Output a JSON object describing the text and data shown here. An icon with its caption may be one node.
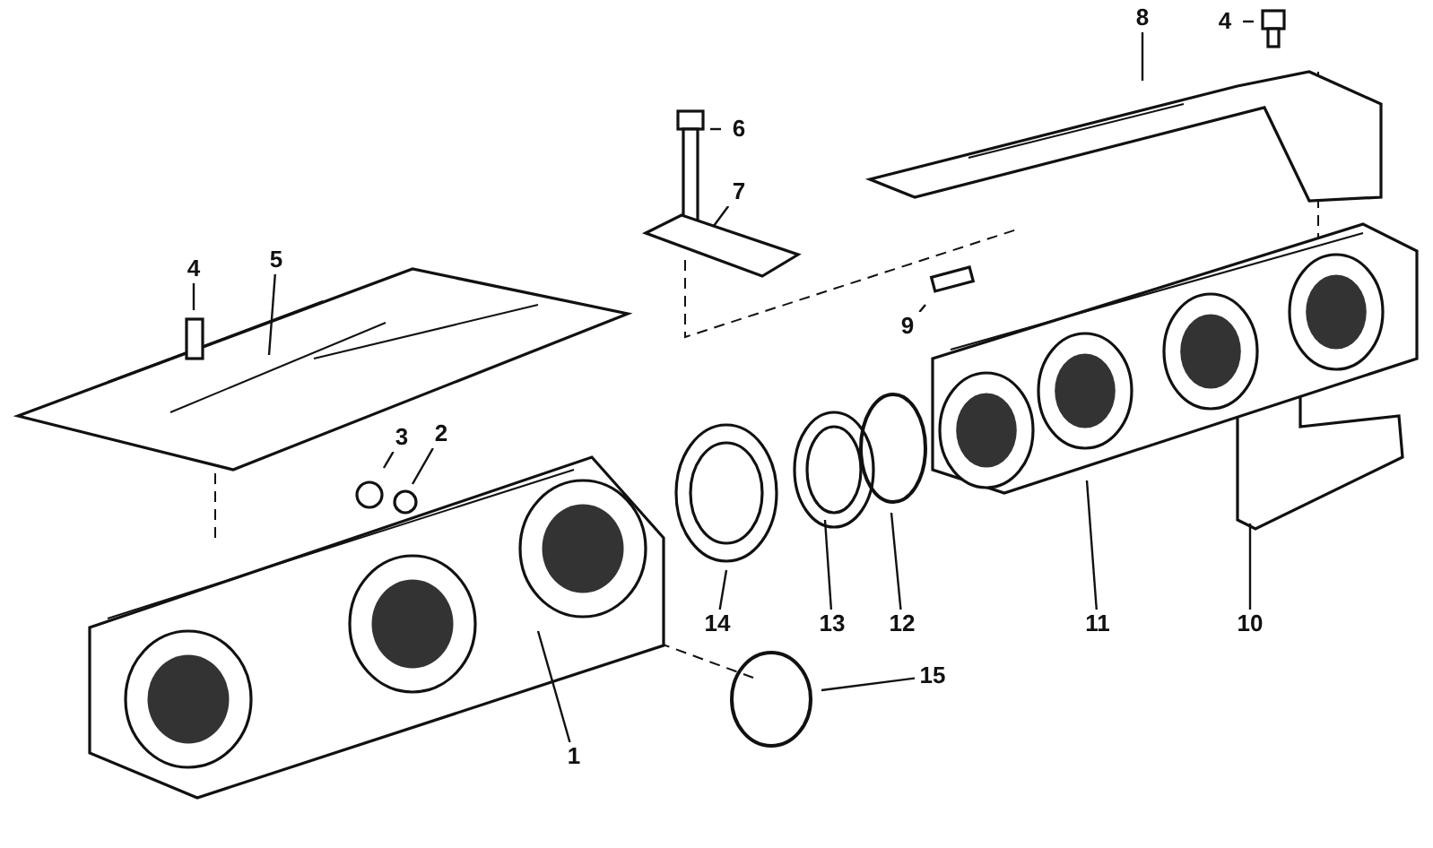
{
  "diagram": {
    "nodes": [
      {
        "text": [
          "8"
        ]
      },
      {
        "text": [
          "4"
        ]
      },
      {
        "text": [
          "6"
        ]
      },
      {
        "text": [
          "7"
        ]
      },
      {
        "text": [
          "5"
        ]
      },
      {
        "text": [
          "4"
        ]
      },
      {
        "text": [
          "9"
        ]
      },
      {
        "text": [
          "3"
        ]
      },
      {
        "text": [
          "2"
        ]
      },
      {
        "text": [
          "10"
        ]
      },
      {
        "text": [
          "11"
        ]
      },
      {
        "text": [
          "12"
        ]
      },
      {
        "text": [
          "13"
        ]
      },
      {
        "text": [
          "14"
        ]
      },
      {
        "text": [
          "15"
        ]
      },
      {
        "text": [
          "1"
        ]
      }
    ],
    "edges": [
      {
        "from": 0,
        "to": null,
        "arrow": "none"
      },
      {
        "from": 1,
        "to": null,
        "arrow": "none"
      },
      {
        "from": 2,
        "to": null,
        "arrow": "none"
      },
      {
        "from": 3,
        "to": null,
        "arrow": "none"
      },
      {
        "from": 4,
        "to": null,
        "arrow": "none"
      },
      {
        "from": 5,
        "to": null,
        "arrow": "none"
      },
      {
        "from": 6,
        "to": null,
        "arrow": "none"
      },
      {
        "from": 7,
        "to": null,
        "arrow": "none"
      },
      {
        "from": 8,
        "to": null,
        "arrow": "none"
      },
      {
        "from": 9,
        "to": null,
        "arrow": "none"
      },
      {
        "from": 10,
        "to": null,
        "arrow": "none"
      },
      {
        "from": 11,
        "to": null,
        "arrow": "none"
      },
      {
        "from": 12,
        "to": null,
        "arrow": "none"
      },
      {
        "from": 13,
        "to": null,
        "arrow": "none"
      },
      {
        "from": 14,
        "to": null,
        "arrow": "none"
      },
      {
        "from": 15,
        "to": null,
        "arrow": "none"
      }
    ]
  }
}
